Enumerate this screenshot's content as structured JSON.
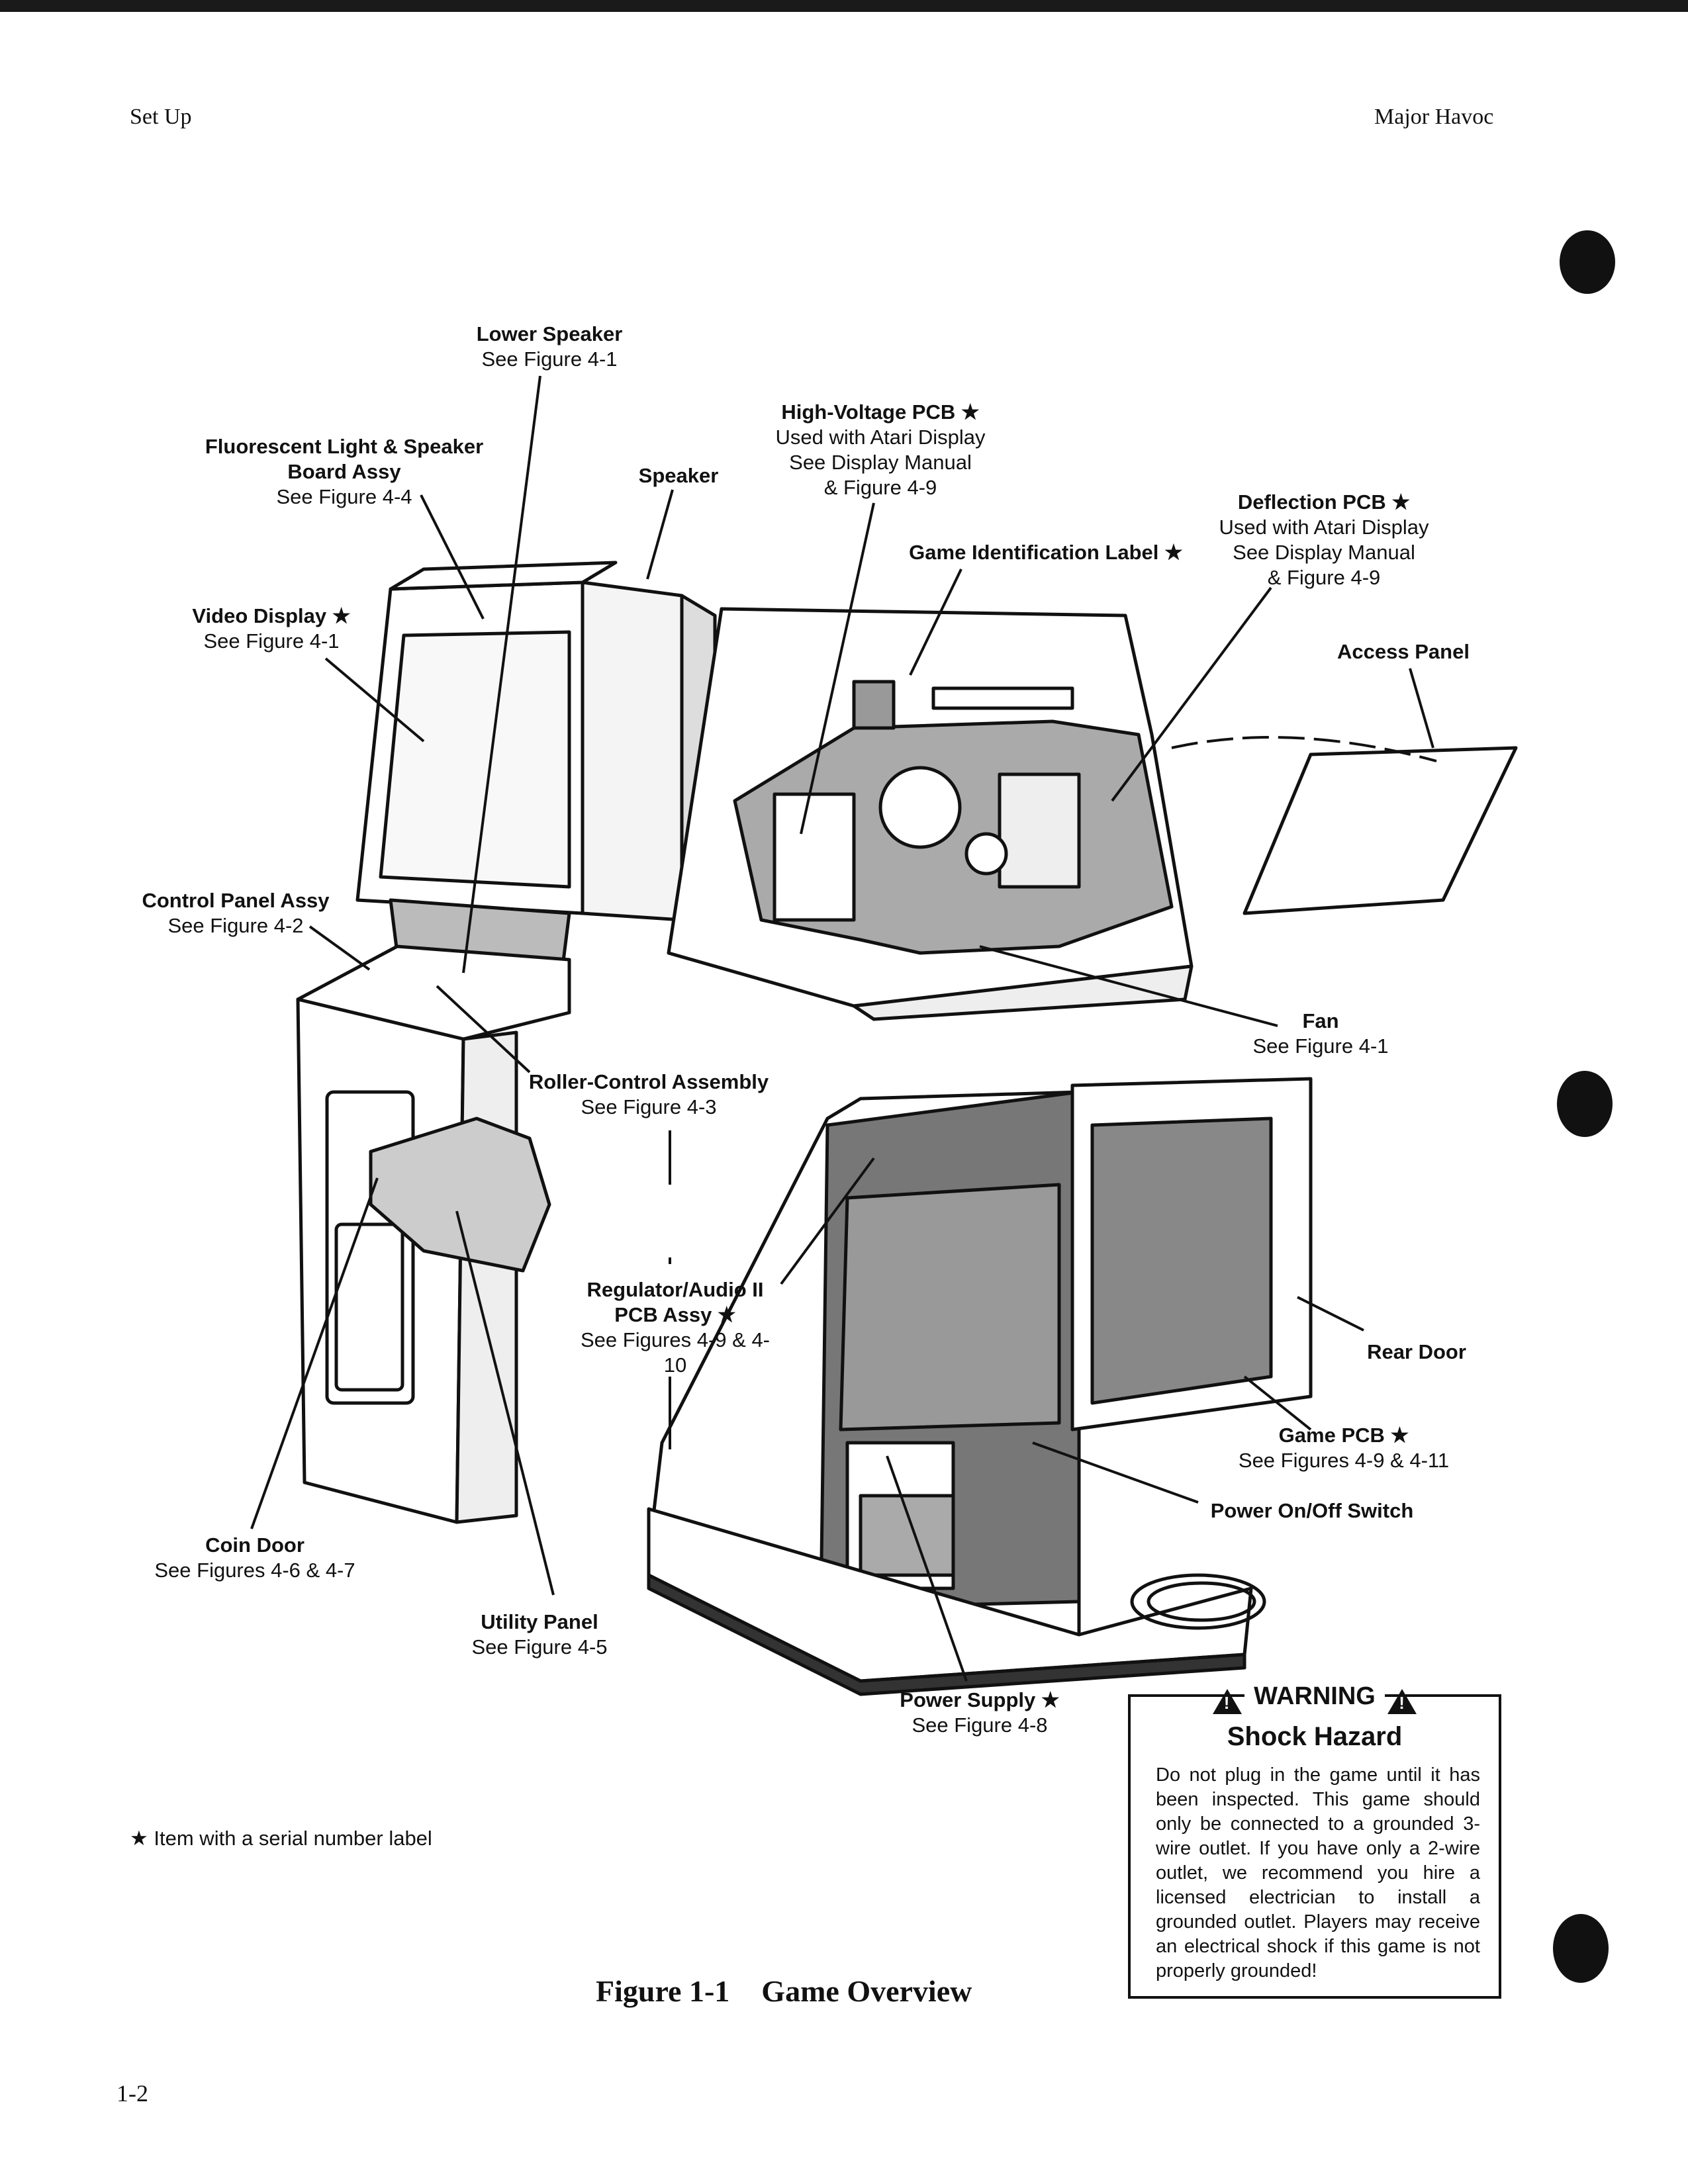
{
  "header": {
    "left": "Set Up",
    "right": "Major Havoc"
  },
  "callouts": {
    "lower_speaker": {
      "title": "Lower Speaker",
      "sub": "See Figure 4-1"
    },
    "fluorescent": {
      "title_line1": "Fluorescent Light & Speaker",
      "title_line2": "Board Assy",
      "sub": "See Figure 4-4"
    },
    "speaker": {
      "title": "Speaker"
    },
    "high_voltage": {
      "title": "High-Voltage PCB ★",
      "sub1": "Used with Atari Display",
      "sub2": "See Display Manual",
      "sub3": "& Figure 4-9"
    },
    "game_id": {
      "title": "Game Identification Label ★"
    },
    "deflection": {
      "title": "Deflection PCB ★",
      "sub1": "Used with Atari Display",
      "sub2": "See Display Manual",
      "sub3": "& Figure 4-9"
    },
    "video_display": {
      "title": "Video Display ★",
      "sub": "See Figure 4-1"
    },
    "access_panel": {
      "title": "Access Panel"
    },
    "control_panel": {
      "title": "Control Panel Assy",
      "sub": "See Figure 4-2"
    },
    "fan": {
      "title": "Fan",
      "sub": "See Figure 4-1"
    },
    "roller": {
      "title": "Roller-Control Assembly",
      "sub": "See Figure 4-3"
    },
    "regulator": {
      "title_line1": "Regulator/Audio II",
      "title_line2": "PCB Assy ★",
      "sub": "See Figures 4-9 & 4-10"
    },
    "rear_door": {
      "title": "Rear Door"
    },
    "game_pcb": {
      "title": "Game PCB ★",
      "sub": "See Figures 4-9 & 4-11"
    },
    "power_switch": {
      "title": "Power On/Off Switch"
    },
    "coin_door": {
      "title": "Coin Door",
      "sub": "See Figures 4-6 & 4-7"
    },
    "utility_panel": {
      "title": "Utility Panel",
      "sub": "See Figure 4-5"
    },
    "power_supply": {
      "title": "Power Supply ★",
      "sub": "See Figure 4-8"
    }
  },
  "warning": {
    "title": "WARNING",
    "subtitle": "Shock Hazard",
    "text": "Do not plug in the game until it has been inspected. This game should only be connected to a grounded 3-wire outlet. If you have only a 2-wire outlet, we recommend you hire a licensed electrician to install a grounded outlet. Players may receive an electrical shock if this game is not properly grounded!"
  },
  "note": "★ Item with a serial number label",
  "figure": {
    "number": "Figure 1-1",
    "title": "Game Overview"
  },
  "page_number": "1-2"
}
